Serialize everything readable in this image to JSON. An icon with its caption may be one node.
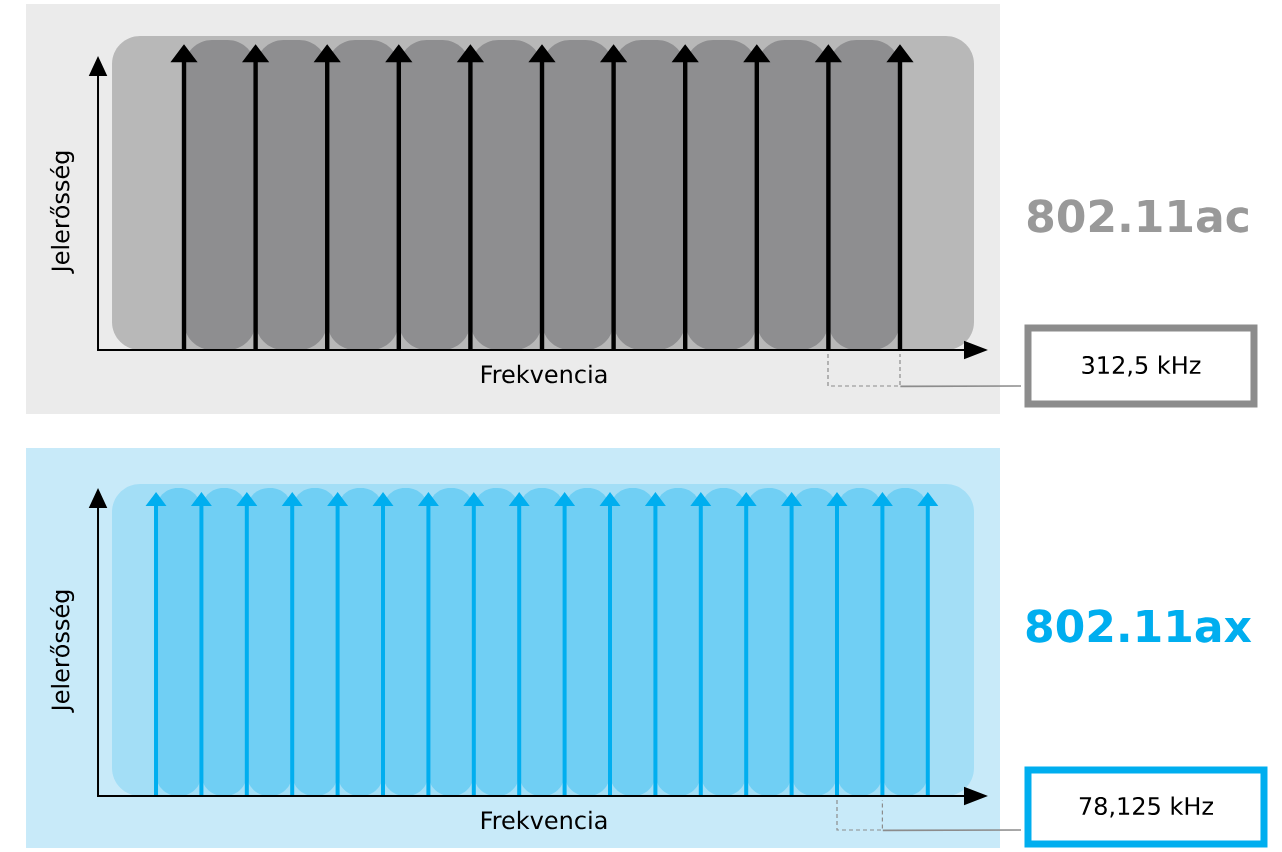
{
  "diagram": {
    "nodes": [
      {
        "text": [
          "312,5 kHz"
        ]
      },
      {
        "text": [
          "78,125 kHz"
        ]
      },
      {
        "text": [],
        "shape": "bracket"
      },
      {
        "text": [],
        "shape": "bracket"
      }
    ],
    "edges": [
      {
        "from": 0,
        "to": 2,
        "arrow": "none"
      },
      {
        "from": 1,
        "to": 3,
        "arrow": "none"
      }
    ],
    "labels": [
      "Jelerősség",
      "802.11ac",
      "Frekvencia",
      "Jelerősség",
      "802.11ax",
      "Frekvencia"
    ]
  }
}
